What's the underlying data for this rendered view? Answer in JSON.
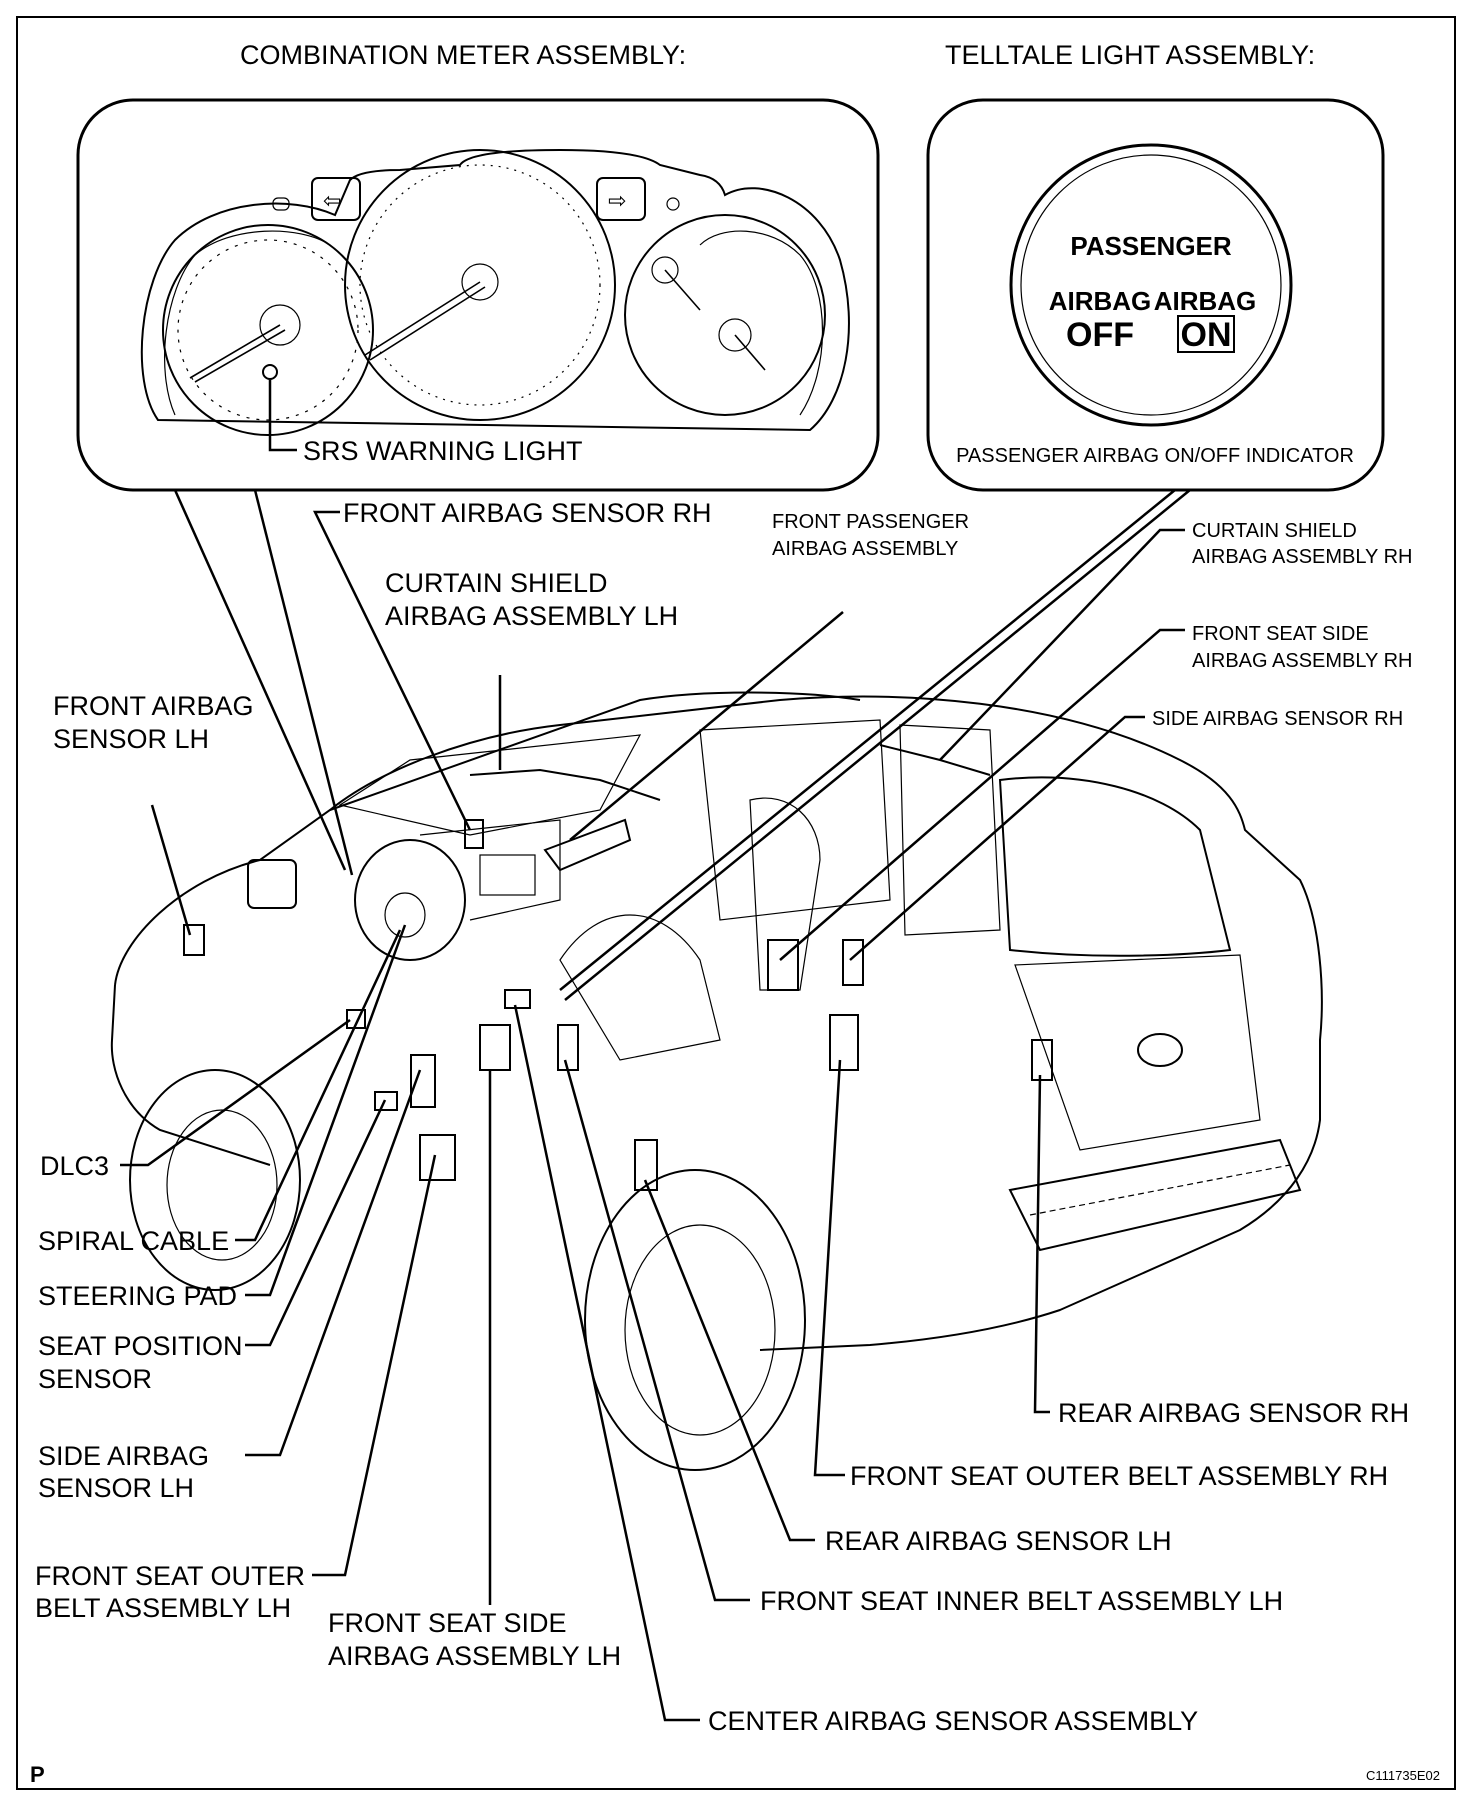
{
  "headers": {
    "combination_meter": "COMBINATION METER ASSEMBLY:",
    "telltale_light": "TELLTALE LIGHT ASSEMBLY:"
  },
  "indicator": {
    "passenger": "PASSENGER",
    "airbag_left": "AIRBAG",
    "airbag_right": "AIRBAG",
    "off": "OFF",
    "on": "ON",
    "caption": "PASSENGER AIRBAG ON/OFF INDICATOR"
  },
  "labels": {
    "srs_warning_light": "SRS WARNING LIGHT",
    "front_airbag_sensor_rh": "FRONT AIRBAG SENSOR RH",
    "front_passenger_airbag": [
      "FRONT PASSENGER",
      "AIRBAG ASSEMBLY"
    ],
    "curtain_shield_rh": [
      "CURTAIN SHIELD",
      "AIRBAG ASSEMBLY RH"
    ],
    "curtain_shield_lh": [
      "CURTAIN SHIELD",
      "AIRBAG ASSEMBLY LH"
    ],
    "front_seat_side_rh": [
      "FRONT SEAT SIDE",
      "AIRBAG ASSEMBLY RH"
    ],
    "side_airbag_sensor_rh": "SIDE AIRBAG SENSOR RH",
    "front_airbag_sensor_lh": [
      "FRONT AIRBAG",
      "SENSOR LH"
    ],
    "dlc3": "DLC3",
    "spiral_cable": "SPIRAL CABLE",
    "steering_pad": "STEERING PAD",
    "seat_position_sensor": [
      "SEAT POSITION",
      "SENSOR"
    ],
    "side_airbag_sensor_lh": [
      "SIDE AIRBAG",
      "SENSOR LH"
    ],
    "front_seat_outer_belt_lh": [
      "FRONT SEAT OUTER",
      "BELT ASSEMBLY LH"
    ],
    "front_seat_side_lh": [
      "FRONT SEAT SIDE",
      "AIRBAG ASSEMBLY LH"
    ],
    "rear_airbag_sensor_rh": "REAR AIRBAG SENSOR RH",
    "front_seat_outer_belt_rh": "FRONT SEAT OUTER BELT ASSEMBLY RH",
    "rear_airbag_sensor_lh": "REAR AIRBAG SENSOR LH",
    "front_seat_inner_belt_lh": "FRONT SEAT INNER BELT ASSEMBLY LH",
    "center_airbag_sensor": "CENTER AIRBAG SENSOR ASSEMBLY"
  },
  "footer": {
    "page_letter": "P",
    "figure_code": "C111735E02"
  }
}
